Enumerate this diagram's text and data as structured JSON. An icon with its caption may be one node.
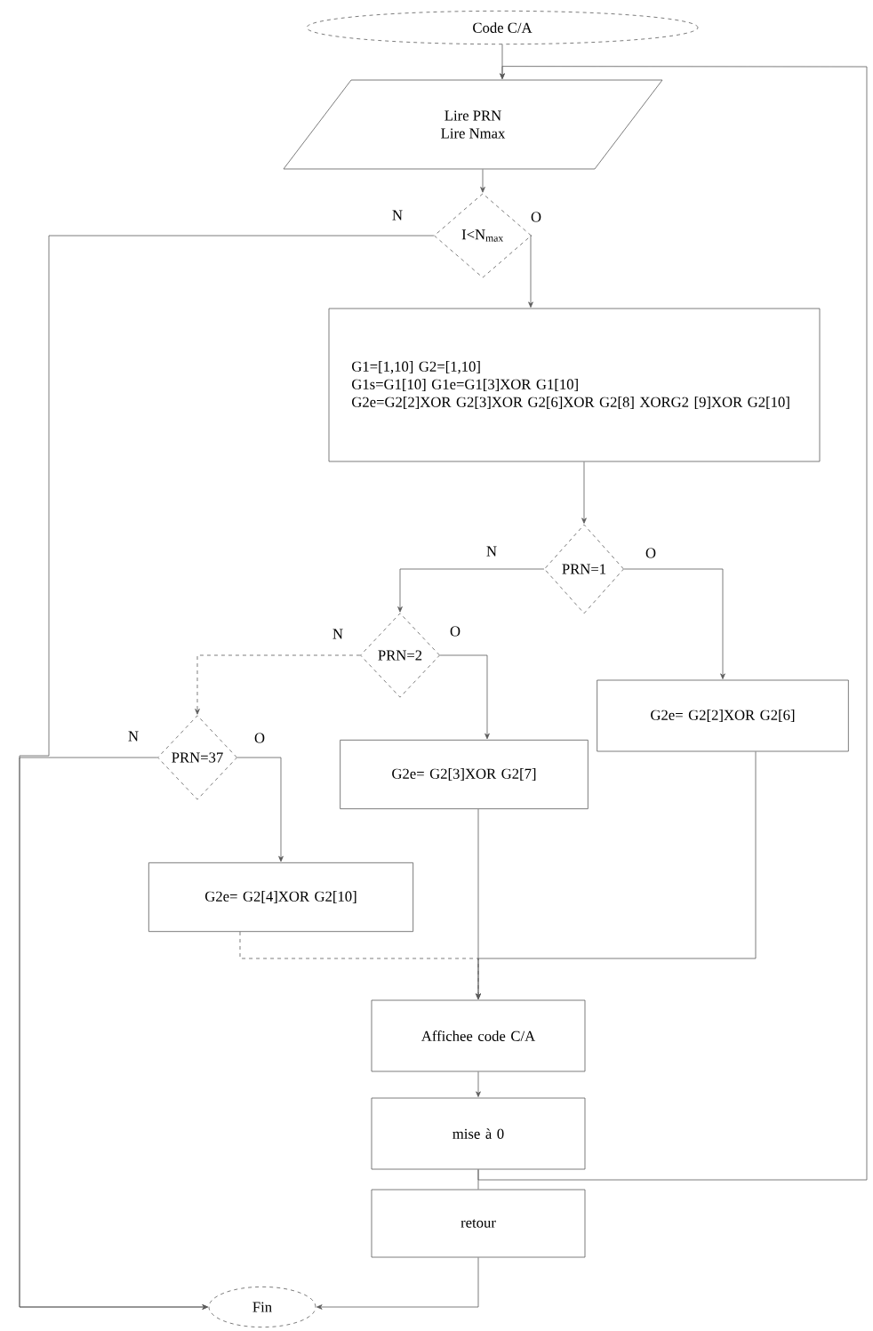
{
  "diagram": {
    "nodes": [
      {
        "text": [
          "Code C/A"
        ]
      },
      {
        "text": [
          "Lire PRN",
          "Lire Nmax"
        ]
      },
      {
        "text": [
          "I<N$_{max}$"
        ]
      },
      {
        "text": [
          "G1=[1,10] G2=[1,10]",
          "G1s=G1[10]   G1e=G1[3]XOR G1[10]",
          "G2e=G2[2]XOR G2[3]XOR G2[6]XOR G2[8] XORG2 [9]XOR G2[10]"
        ]
      },
      {
        "text": [
          "PRN=1"
        ]
      },
      {
        "text": [
          "PRN=2"
        ]
      },
      {
        "text": [
          "G2e= G2[2]XOR G2[6]"
        ]
      },
      {
        "text": [
          "PRN=37"
        ]
      },
      {
        "text": [
          "G2e= G2[3]XOR G2[7]"
        ]
      },
      {
        "text": [
          "G2e= G2[4]XOR G2[10]"
        ]
      },
      {
        "text": [
          "Affichee code C/A"
        ]
      },
      {
        "text": [
          "mise à 0"
        ]
      },
      {
        "text": [
          "retour"
        ]
      },
      {
        "text": [
          "Fin"
        ]
      }
    ],
    "edges": [
      {
        "from": 0,
        "to": 1,
        "arrow": "to"
      },
      {
        "from": 1,
        "to": 2,
        "arrow": "to"
      },
      {
        "from": 2,
        "to": 3,
        "arrow": "to",
        "label": "O"
      },
      {
        "from": 2,
        "to": 13,
        "arrow": "to",
        "label": "N"
      },
      {
        "from": 7,
        "to": 13,
        "arrow": "to",
        "label": "N"
      },
      {
        "from": 3,
        "to": 4,
        "arrow": "to"
      },
      {
        "from": 4,
        "to": 5,
        "arrow": "to",
        "label": "N"
      },
      {
        "from": 4,
        "to": 6,
        "arrow": "to",
        "label": "O"
      },
      {
        "from": 5,
        "to": 7,
        "arrow": "to",
        "label": "N",
        "style": "dashed"
      },
      {
        "from": 5,
        "to": 8,
        "arrow": "to",
        "label": "O"
      },
      {
        "from": 7,
        "to": 9,
        "arrow": "to",
        "label": "O"
      },
      {
        "from": 8,
        "to": 10,
        "arrow": "to"
      },
      {
        "from": 6,
        "to": 10,
        "arrow": "to"
      },
      {
        "from": 9,
        "to": 10,
        "arrow": "to",
        "style": "dashed"
      },
      {
        "from": 10,
        "to": 11,
        "arrow": "to"
      },
      {
        "from": 11,
        "to": 12,
        "arrow": "none"
      },
      {
        "from": 11,
        "to": 1,
        "arrow": "to"
      },
      {
        "from": 12,
        "to": 13,
        "arrow": "to"
      }
    ]
  }
}
